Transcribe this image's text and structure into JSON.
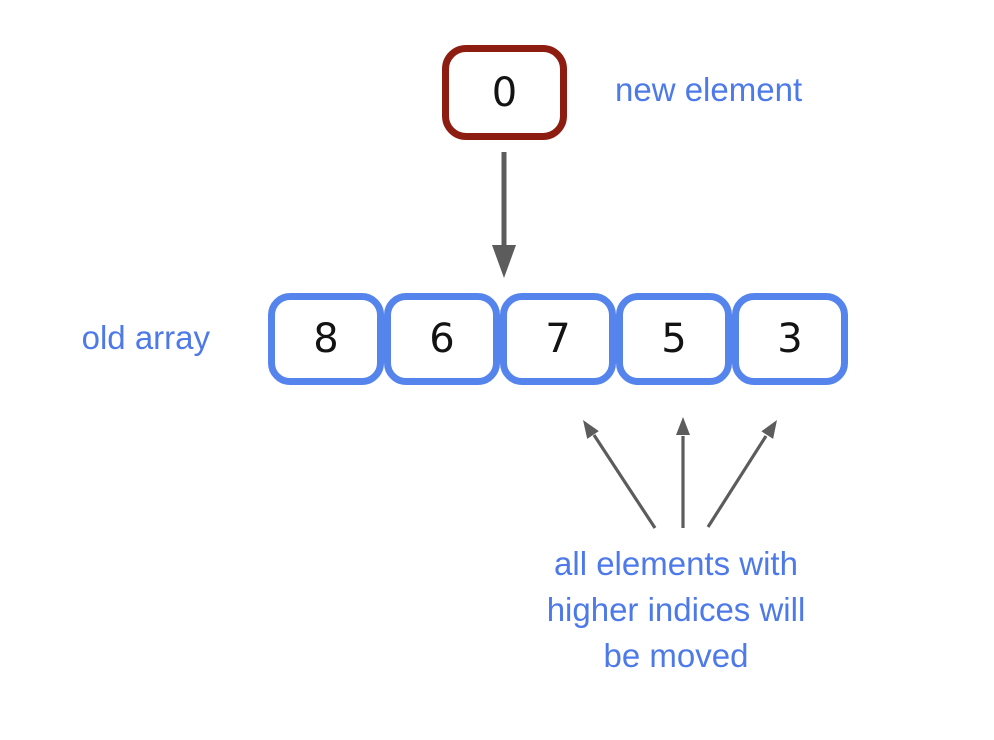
{
  "new_element": {
    "value": "0",
    "label": "new element"
  },
  "old_array": {
    "label": "old array",
    "values": [
      "8",
      "6",
      "7",
      "5",
      "3"
    ]
  },
  "annotation": {
    "lines": [
      "all elements with",
      "higher indices will",
      "be moved"
    ]
  },
  "colors": {
    "label-blue": "#4d79e9",
    "array-box-blue": "#5585ec",
    "new-box-red": "#8e1d11",
    "arrow-gray": "#5c5c5c",
    "digit-black": "#131313"
  }
}
